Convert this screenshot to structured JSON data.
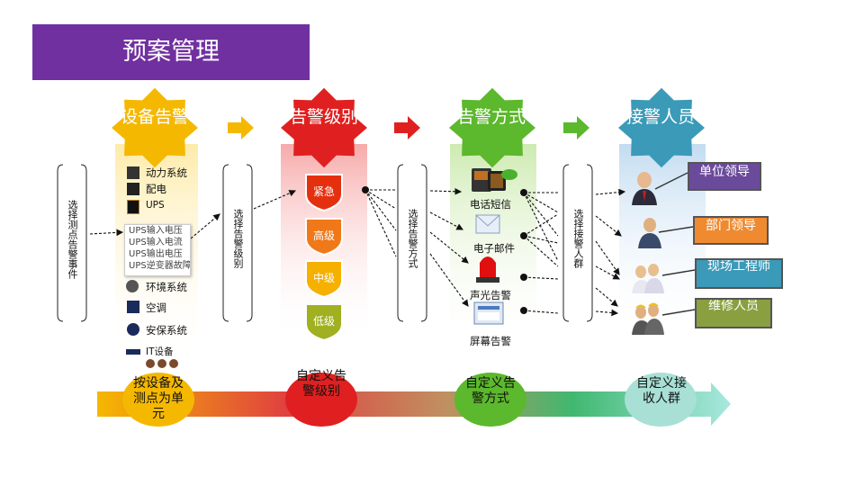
{
  "title": "预案管理",
  "stars": [
    {
      "label": "设备告警",
      "color": "#f5b800"
    },
    {
      "label": "告警级别",
      "color": "#e02020"
    },
    {
      "label": "告警方式",
      "color": "#5cb82c"
    },
    {
      "label": "接警人员",
      "color": "#3a9ab8"
    }
  ],
  "brackets": [
    {
      "label": "选择测点告警事件"
    },
    {
      "label": "选择告警级别"
    },
    {
      "label": "选择告警方式"
    },
    {
      "label": "选择接警人群"
    }
  ],
  "device_items": [
    {
      "label": "动力系统",
      "icon": "power-system-icon"
    },
    {
      "label": "配电",
      "icon": "distribution-icon"
    },
    {
      "label": "UPS",
      "icon": "ups-icon"
    },
    {
      "label": "环境系统",
      "icon": "environment-icon"
    },
    {
      "label": "空调",
      "icon": "aircon-icon"
    },
    {
      "label": "安保系统",
      "icon": "security-icon"
    },
    {
      "label": "IT设备",
      "icon": "it-device-icon"
    }
  ],
  "popup_items": [
    "UPS输入电压",
    "UPS输入电流",
    "UPS输出电压",
    "UPS逆变器故障"
  ],
  "levels": [
    {
      "label": "紧急",
      "color": "#e53010"
    },
    {
      "label": "高级",
      "color": "#f07818"
    },
    {
      "label": "中级",
      "color": "#f5b000"
    },
    {
      "label": "低级",
      "color": "#a0b020"
    }
  ],
  "channels": [
    {
      "label": "电话短信",
      "icon": "phone-sms-icon"
    },
    {
      "label": "电子邮件",
      "icon": "email-icon"
    },
    {
      "label": "声光告警",
      "icon": "alarm-light-icon"
    },
    {
      "label": "屏幕告警",
      "icon": "screen-alarm-icon"
    }
  ],
  "roles": [
    {
      "label": "单位领导",
      "color": "#6a4a9a"
    },
    {
      "label": "部门领导",
      "color": "#f08a30"
    },
    {
      "label": "现场工程师",
      "color": "#3a9ab8"
    },
    {
      "label": "维修人员",
      "color": "#8aa040"
    }
  ],
  "bottom": [
    {
      "label": "按设备及测点为单元",
      "color": "#f5b800"
    },
    {
      "label": "自定义告警级别",
      "color": "#e02020"
    },
    {
      "label": "自定义告警方式",
      "color": "#5cb82c"
    },
    {
      "label": "自定义接收人群",
      "color": "#9adbd0"
    }
  ]
}
